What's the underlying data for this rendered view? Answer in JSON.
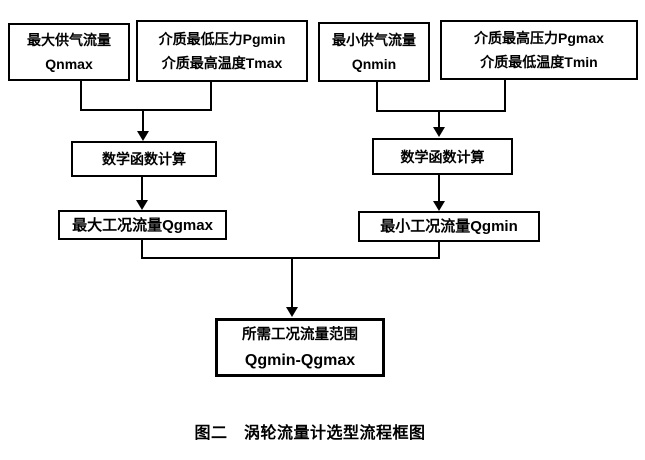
{
  "diagram": {
    "caption": "图二　涡轮流量计选型流程框图",
    "nodes": {
      "qnmax": {
        "line1": "最大供气流量",
        "line2": "Qnmax"
      },
      "pgmin_tmax": {
        "line1": "介质最低压力Pgmin",
        "line2": "介质最高温度Tmax"
      },
      "qnmin": {
        "line1": "最小供气流量",
        "line2": "Qnmin"
      },
      "pgmax_tmin": {
        "line1": "介质最高压力Pgmax",
        "line2": "介质最低温度Tmin"
      },
      "calc_left": {
        "label": "数学函数计算"
      },
      "calc_right": {
        "label": "数学函数计算"
      },
      "qgmax": {
        "label": "最大工况流量Qgmax"
      },
      "qgmin": {
        "label": "最小工况流量Qgmin"
      },
      "result": {
        "line1": "所需工况流量范围",
        "line2": "Qgmin-Qgmax"
      }
    },
    "colors": {
      "background": "#ffffff",
      "border": "#000000",
      "text": "#000000"
    }
  }
}
